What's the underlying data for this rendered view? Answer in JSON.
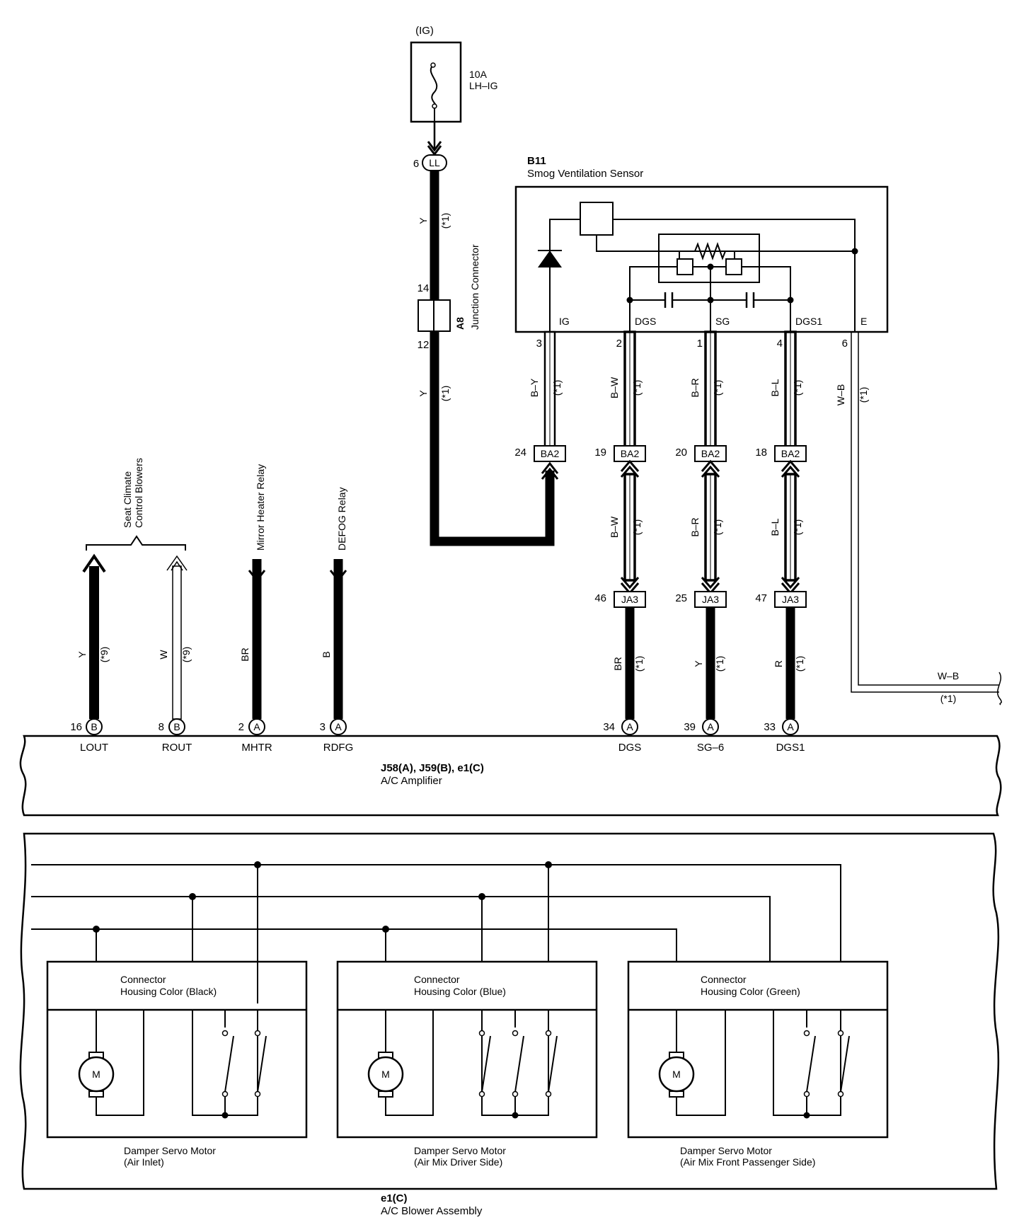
{
  "fuse": {
    "source": "(IG)",
    "rating": "10A",
    "name": "LH–IG"
  },
  "ll": {
    "pin": "6",
    "id": "LL"
  },
  "a8": {
    "id": "A8",
    "name": "Junction Connector",
    "pin_top": "14",
    "pin_bottom": "12"
  },
  "y_wire": {
    "color": "Y",
    "note": "(*1)"
  },
  "sensor": {
    "id": "B11",
    "name": "Smog Ventilation Sensor",
    "terminals": [
      {
        "name": "IG",
        "pin": "3",
        "color": "B–Y"
      },
      {
        "name": "DGS",
        "pin": "2",
        "color": "B–W"
      },
      {
        "name": "SG",
        "pin": "1",
        "color": "B–R"
      },
      {
        "name": "DGS1",
        "pin": "4",
        "color": "B–L"
      },
      {
        "name": "E",
        "pin": "6",
        "color": "W–B"
      }
    ]
  },
  "ba2": [
    {
      "pin": "24",
      "id": "BA2"
    },
    {
      "pin": "19",
      "id": "BA2"
    },
    {
      "pin": "20",
      "id": "BA2"
    },
    {
      "pin": "18",
      "id": "BA2"
    }
  ],
  "mid_wires": [
    {
      "color": "B–W",
      "note": "(*1)"
    },
    {
      "color": "B–R",
      "note": "(*1)"
    },
    {
      "color": "B–L",
      "note": "(*1)"
    }
  ],
  "ja3": [
    {
      "pin": "46",
      "id": "JA3"
    },
    {
      "pin": "25",
      "id": "JA3"
    },
    {
      "pin": "47",
      "id": "JA3"
    }
  ],
  "low_wires": [
    {
      "color": "BR",
      "note": "(*1)"
    },
    {
      "color": "Y",
      "note": "(*1)"
    },
    {
      "color": "R",
      "note": "(*1)"
    }
  ],
  "ground": {
    "color": "W–B",
    "note": "(*1)"
  },
  "left_group": {
    "title_line1": "Seat Climate",
    "title_line2": "Control Blowers"
  },
  "left_outputs": [
    {
      "dest": "",
      "color": "Y",
      "note": "(*9)",
      "pin": "16",
      "conn": "B",
      "terminal": "LOUT"
    },
    {
      "dest": "",
      "color": "W",
      "note": "(*9)",
      "pin": "8",
      "conn": "B",
      "terminal": "ROUT"
    },
    {
      "dest": "Mirror Heater Relay",
      "color": "BR",
      "note": "",
      "pin": "2",
      "conn": "A",
      "terminal": "MHTR"
    },
    {
      "dest": "DEFOG Relay",
      "color": "B",
      "note": "",
      "pin": "3",
      "conn": "A",
      "terminal": "RDFG"
    }
  ],
  "amp_pins": [
    {
      "pin": "34",
      "conn": "A",
      "terminal": "DGS"
    },
    {
      "pin": "39",
      "conn": "A",
      "terminal": "SG–6"
    },
    {
      "pin": "33",
      "conn": "A",
      "terminal": "DGS1"
    }
  ],
  "amplifier": {
    "line1": "J58(A), J59(B), e1(C)",
    "line2": "A/C Amplifier"
  },
  "motors": [
    {
      "housing_line1": "Connector",
      "housing_line2": "Housing Color (Black)",
      "name_line1": "Damper Servo Motor",
      "name_line2": "(Air Inlet)",
      "symbol": "M"
    },
    {
      "housing_line1": "Connector",
      "housing_line2": "Housing Color (Blue)",
      "name_line1": "Damper Servo Motor",
      "name_line2": "(Air Mix Driver Side)",
      "symbol": "M"
    },
    {
      "housing_line1": "Connector",
      "housing_line2": "Housing Color (Green)",
      "name_line1": "Damper Servo Motor",
      "name_line2": "(Air Mix Front Passenger Side)",
      "symbol": "M"
    }
  ],
  "blower": {
    "line1": "e1(C)",
    "line2": "A/C Blower Assembly"
  }
}
